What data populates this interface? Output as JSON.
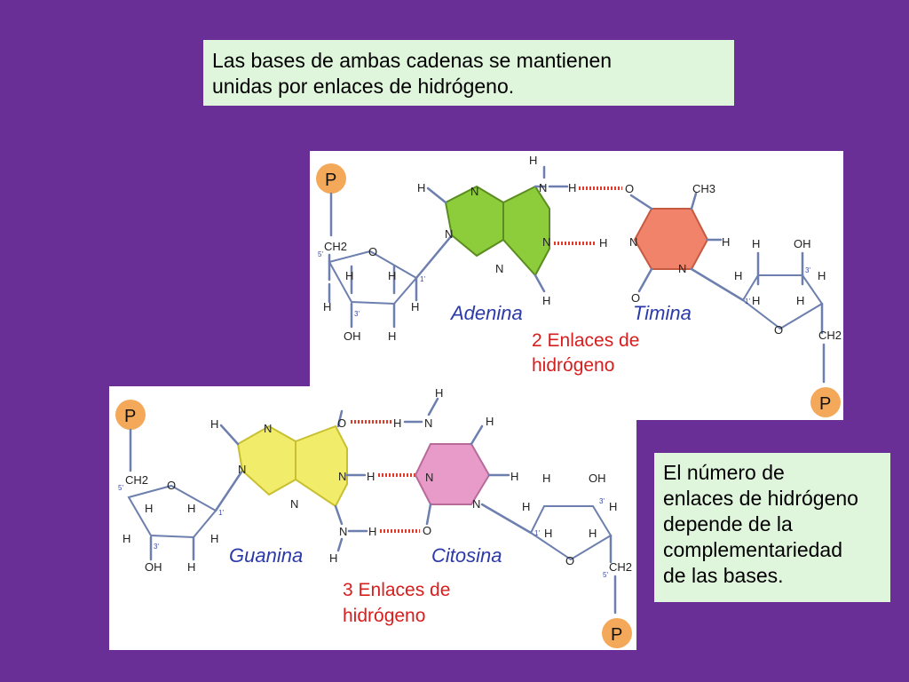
{
  "top_note": {
    "line1": "Las bases de ambas cadenas se mantienen",
    "line2": "unidas por enlaces de hidrógeno."
  },
  "right_note": {
    "lines": [
      "El número de",
      "enlaces de hidrógeno",
      "depende de la",
      "complementariedad",
      "de las bases."
    ]
  },
  "pair_at": {
    "base1": "Adenina",
    "base2": "Timina",
    "bonds_line1": "2 Enlaces de",
    "bonds_line2": "hidrógeno",
    "phosphate": "P",
    "sugar_labels": {
      "ch2": "CH2",
      "o": "O",
      "oh": "OH",
      "h": "H"
    },
    "methyl": "CH3",
    "hydrogen_bond_count": 2
  },
  "pair_gc": {
    "base1": "Guanina",
    "base2": "Citosina",
    "bonds_line1": "3 Enlaces de",
    "bonds_line2": "hidrógeno",
    "phosphate": "P",
    "sugar_labels": {
      "ch2": "CH2",
      "o": "O",
      "oh": "OH",
      "h": "H"
    },
    "hydrogen_bond_count": 3
  },
  "colors": {
    "background": "#6a2f96",
    "note_fill": "#dff5dc",
    "adenine": "#8dcc3a",
    "thymine": "#f0836a",
    "guanine": "#f1ec6a",
    "cytosine": "#e89ac8",
    "phosphate": "#f4a95a",
    "hydrogen_bond": "#e23a2a",
    "base_name": "#2b3aa8",
    "bond_count": "#d71e1e"
  }
}
